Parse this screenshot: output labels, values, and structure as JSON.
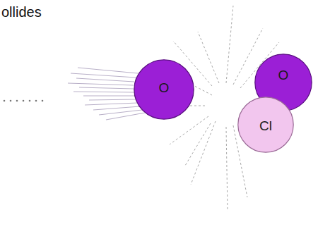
{
  "diagram": {
    "nodes": [
      {
        "text": [
          "O"
        ]
      },
      {
        "text": [
          "O"
        ]
      },
      {
        "text": [
          "Cl"
        ]
      }
    ],
    "labels": [
      "ollides"
    ]
  }
}
